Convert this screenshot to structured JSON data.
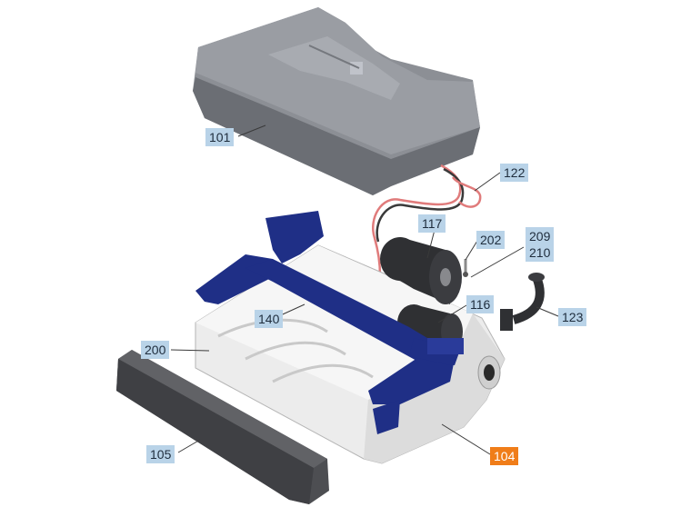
{
  "diagram": {
    "colors": {
      "label_bg": "#b9d3e8",
      "label_active_bg": "#f07d19",
      "label_text": "#1f2d3d",
      "leader": "#3a3a3a",
      "cover": "#8c8f95",
      "frame": "#1f2f86",
      "base": "#ececec",
      "bumper": "#4d4e52",
      "motor": "#2f3033",
      "wire_red": "#e07b7b"
    },
    "callouts": [
      {
        "id": "101",
        "label": "101",
        "active": false
      },
      {
        "id": "122",
        "label": "122",
        "active": false
      },
      {
        "id": "117",
        "label": "117",
        "active": false
      },
      {
        "id": "202",
        "label": "202",
        "active": false
      },
      {
        "id": "209",
        "label": "209",
        "active": false
      },
      {
        "id": "210",
        "label": "210",
        "active": false
      },
      {
        "id": "116",
        "label": "116",
        "active": false
      },
      {
        "id": "123",
        "label": "123",
        "active": false
      },
      {
        "id": "140",
        "label": "140",
        "active": false
      },
      {
        "id": "200",
        "label": "200",
        "active": false
      },
      {
        "id": "105",
        "label": "105",
        "active": false
      },
      {
        "id": "104",
        "label": "104",
        "active": true
      }
    ]
  }
}
